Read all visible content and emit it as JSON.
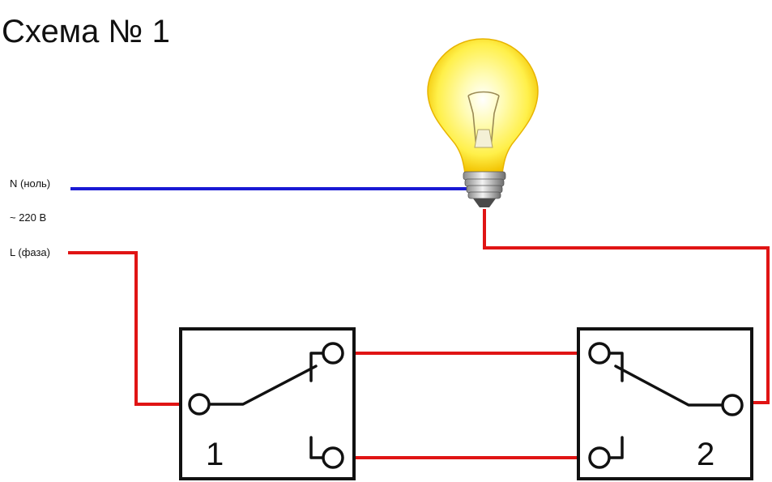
{
  "title": "Схема № 1",
  "supply": {
    "neutral_label": "N (ноль)",
    "voltage_label": "~ 220 В",
    "phase_label": "L (фаза)"
  },
  "switches": [
    {
      "number": "1"
    },
    {
      "number": "2"
    }
  ],
  "colors": {
    "neutral_wire": "#1a1ad4",
    "phase_wire": "#e01414",
    "outline": "#111111",
    "bulb_glow": "#fff36a"
  },
  "icons": {
    "bulb": "light-bulb-icon"
  }
}
